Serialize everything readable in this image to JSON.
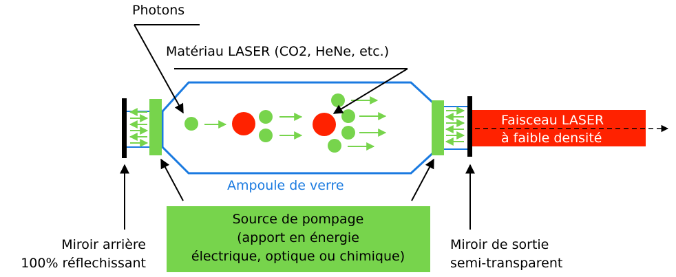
{
  "labels": {
    "photons": "Photons",
    "laser_material": "Matériau LASER (CO2, HeNe, etc.)",
    "glass_bulb": "Ampoule de verre",
    "beam_line1": "Faisceau LASER",
    "beam_line2": "à faible densité",
    "pump_line1": "Source de pompage",
    "pump_line2": "(apport en énergie",
    "pump_line3": "électrique, optique ou chimique)",
    "rear_mirror_line1": "Miroir arrière",
    "rear_mirror_line2": "100% réflechissant",
    "output_mirror_line1": "Miroir de sortie",
    "output_mirror_line2": "semi-transparent"
  },
  "colors": {
    "glass": "#1a7ae0",
    "pump": "#77d44c",
    "photon": "#77d44c",
    "atom": "#ff2200",
    "beam": "#ff2200",
    "mirror": "#000000"
  }
}
